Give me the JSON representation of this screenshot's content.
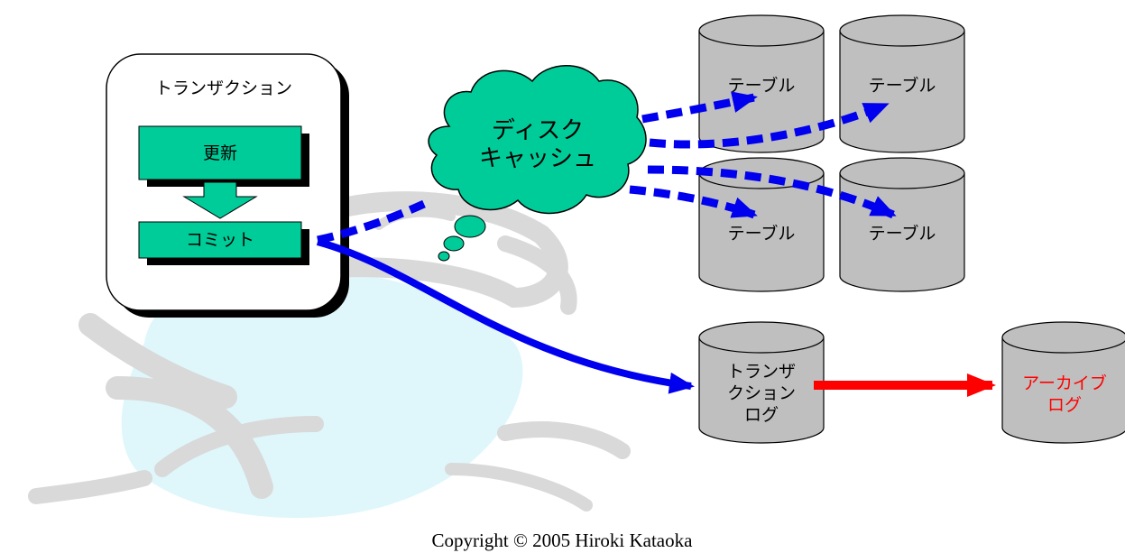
{
  "transaction": {
    "title": "トランザクション",
    "update_label": "更新",
    "commit_label": "コミット"
  },
  "cache": {
    "line1": "ディスク",
    "line2": "キャッシュ"
  },
  "tables": {
    "t1": "テーブル",
    "t2": "テーブル",
    "t3": "テーブル",
    "t4": "テーブル"
  },
  "txlog": {
    "line1": "トランザ",
    "line2": "クション",
    "line3": "ログ"
  },
  "archive": {
    "line1": "アーカイブ",
    "line2": "ログ"
  },
  "footer": {
    "copyright": "Copyright © 2005 Hiroki Kataoka"
  },
  "colors": {
    "box_green": "#00cc99",
    "cylinder_gray": "#bfbfbf",
    "arrow_blue": "#0000ee",
    "arrow_red": "#ff0000",
    "watermark_cyan": "#dff7fb",
    "watermark_gray": "#d9d9d9"
  }
}
